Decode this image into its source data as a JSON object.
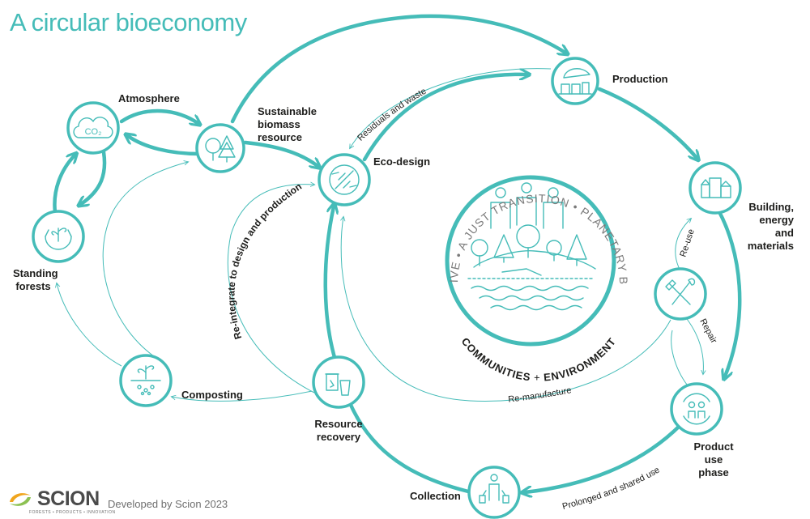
{
  "title": "A circular bioeconomy",
  "nodes": {
    "atmosphere": "Atmosphere",
    "sustainable_biomass": [
      "Sustainable",
      "biomass",
      "resource"
    ],
    "eco_design": "Eco-design",
    "production": "Production",
    "building": [
      "Building,",
      "energy and",
      "materials"
    ],
    "product_use": [
      "Product",
      "use phase"
    ],
    "collection": "Collection",
    "resource_recovery": [
      "Resource",
      "recovery"
    ],
    "composting": "Composting",
    "standing_forests": [
      "Standing",
      "forests"
    ]
  },
  "co2_text": "CO₂",
  "flows": {
    "residuals": "Residuals and waste",
    "reintegrate": "Re-integrate  to design and production",
    "reuse": "Re-use",
    "repair": "Repair",
    "remanufacture": "Re-manufacture",
    "prolonged": "Prolonged and shared use"
  },
  "center": {
    "regenerative": "REGENERATIVE",
    "bullet": "•",
    "just_transition": "A JUST TRANSITION",
    "planetary": "PLANETARY BOUNDARIES",
    "communities": "COMMUNITIES",
    "plus": "+",
    "environment": "ENVIRONMENT"
  },
  "footer": {
    "brand": "SCION",
    "tagline": "FORESTS • PRODUCTS • INNOVATION",
    "credit": "Developed by Scion 2023"
  },
  "colors": {
    "teal": "#45bcb8",
    "text": "#1d1d1b"
  }
}
